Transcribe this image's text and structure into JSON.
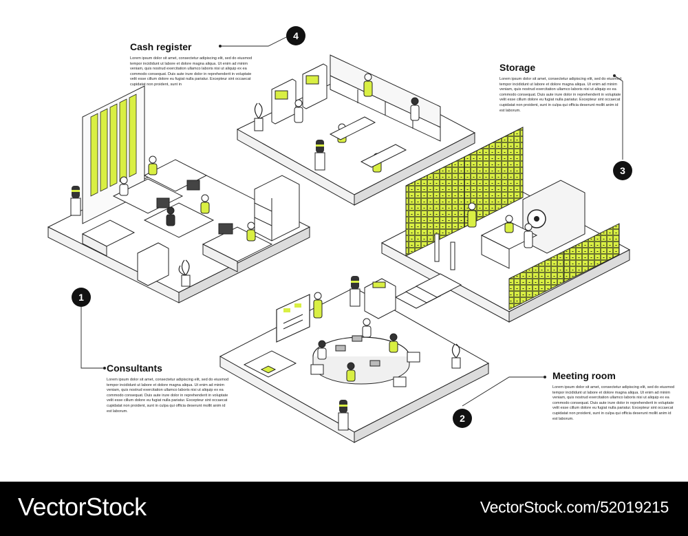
{
  "accent_color": "#d9ef43",
  "line_color": "#222222",
  "sections": {
    "cash_register": {
      "number": "4",
      "title": "Cash register",
      "text": "Lorem ipsum dolor sit amet, consectetur adipiscing elit, sed do eiusmod tempor incididunt ut labore et dolore magna aliqua. Ut enim ad minim veniam, quis nostrud exercitation ullamco laboris nisi ut aliquip ex ea commodo consequat. Duis aute irure dolor in reprehenderit in voluptate velit esse cillum dolore eu fugiat nulla pariatur. Excepteur sint occaecat cupidatat non proident, sunt in"
    },
    "storage": {
      "number": "3",
      "title": "Storage",
      "text": "Lorem ipsum dolor sit amet, consectetur adipiscing elit, sed do eiusmod tempor incididunt ut labore et dolore magna aliqua. Ut enim ad minim veniam, quis nostrud exercitation ullamco laboris nisi ut aliquip ex ea commodo consequat. Duis aute irure dolor in reprehenderit in voluptate velit esse cillum dolore eu fugiat nulla pariatur. Excepteur sint occaecat cupidatat non proident, sunt in culpa qui officia deserunt mollit anim id est laborum."
    },
    "consultants": {
      "number": "1",
      "title": "Consultants",
      "text": "Lorem ipsum dolor sit amet, consectetur adipiscing elit, sed do eiusmod tempor incididunt ut labore et dolore magna aliqua. Ut enim ad minim veniam, quis nostrud exercitation ullamco laboris nisi ut aliquip ex ea commodo consequat. Duis aute irure dolor in reprehenderit in voluptate velit esse cillum dolore eu fugiat nulla pariatur. Excepteur sint occaecat cupidatat non proident, sunt in culpa qui officia deserunt mollit anim id est laborum."
    },
    "meeting_room": {
      "number": "2",
      "title": "Meeting room",
      "text": "Lorem ipsum dolor sit amet, consectetur adipiscing elit, sed do eiusmod tempor incididunt ut labore et dolore magna aliqua. Ut enim ad minim veniam, quis nostrud exercitation ullamco laboris nisi ut aliquip ex ea commodo consequat. Duis aute irure dolor in reprehenderit in voluptate velit esse cillum dolore eu fugiat nulla pariatur. Excepteur sint occaecat cupidatat non proident, sunt in culpa qui officia deserunt mollit anim id est laborum."
    }
  },
  "footer": {
    "brand_left": "VectorStock",
    "brand_right": "VectorStock.com/52019215"
  }
}
